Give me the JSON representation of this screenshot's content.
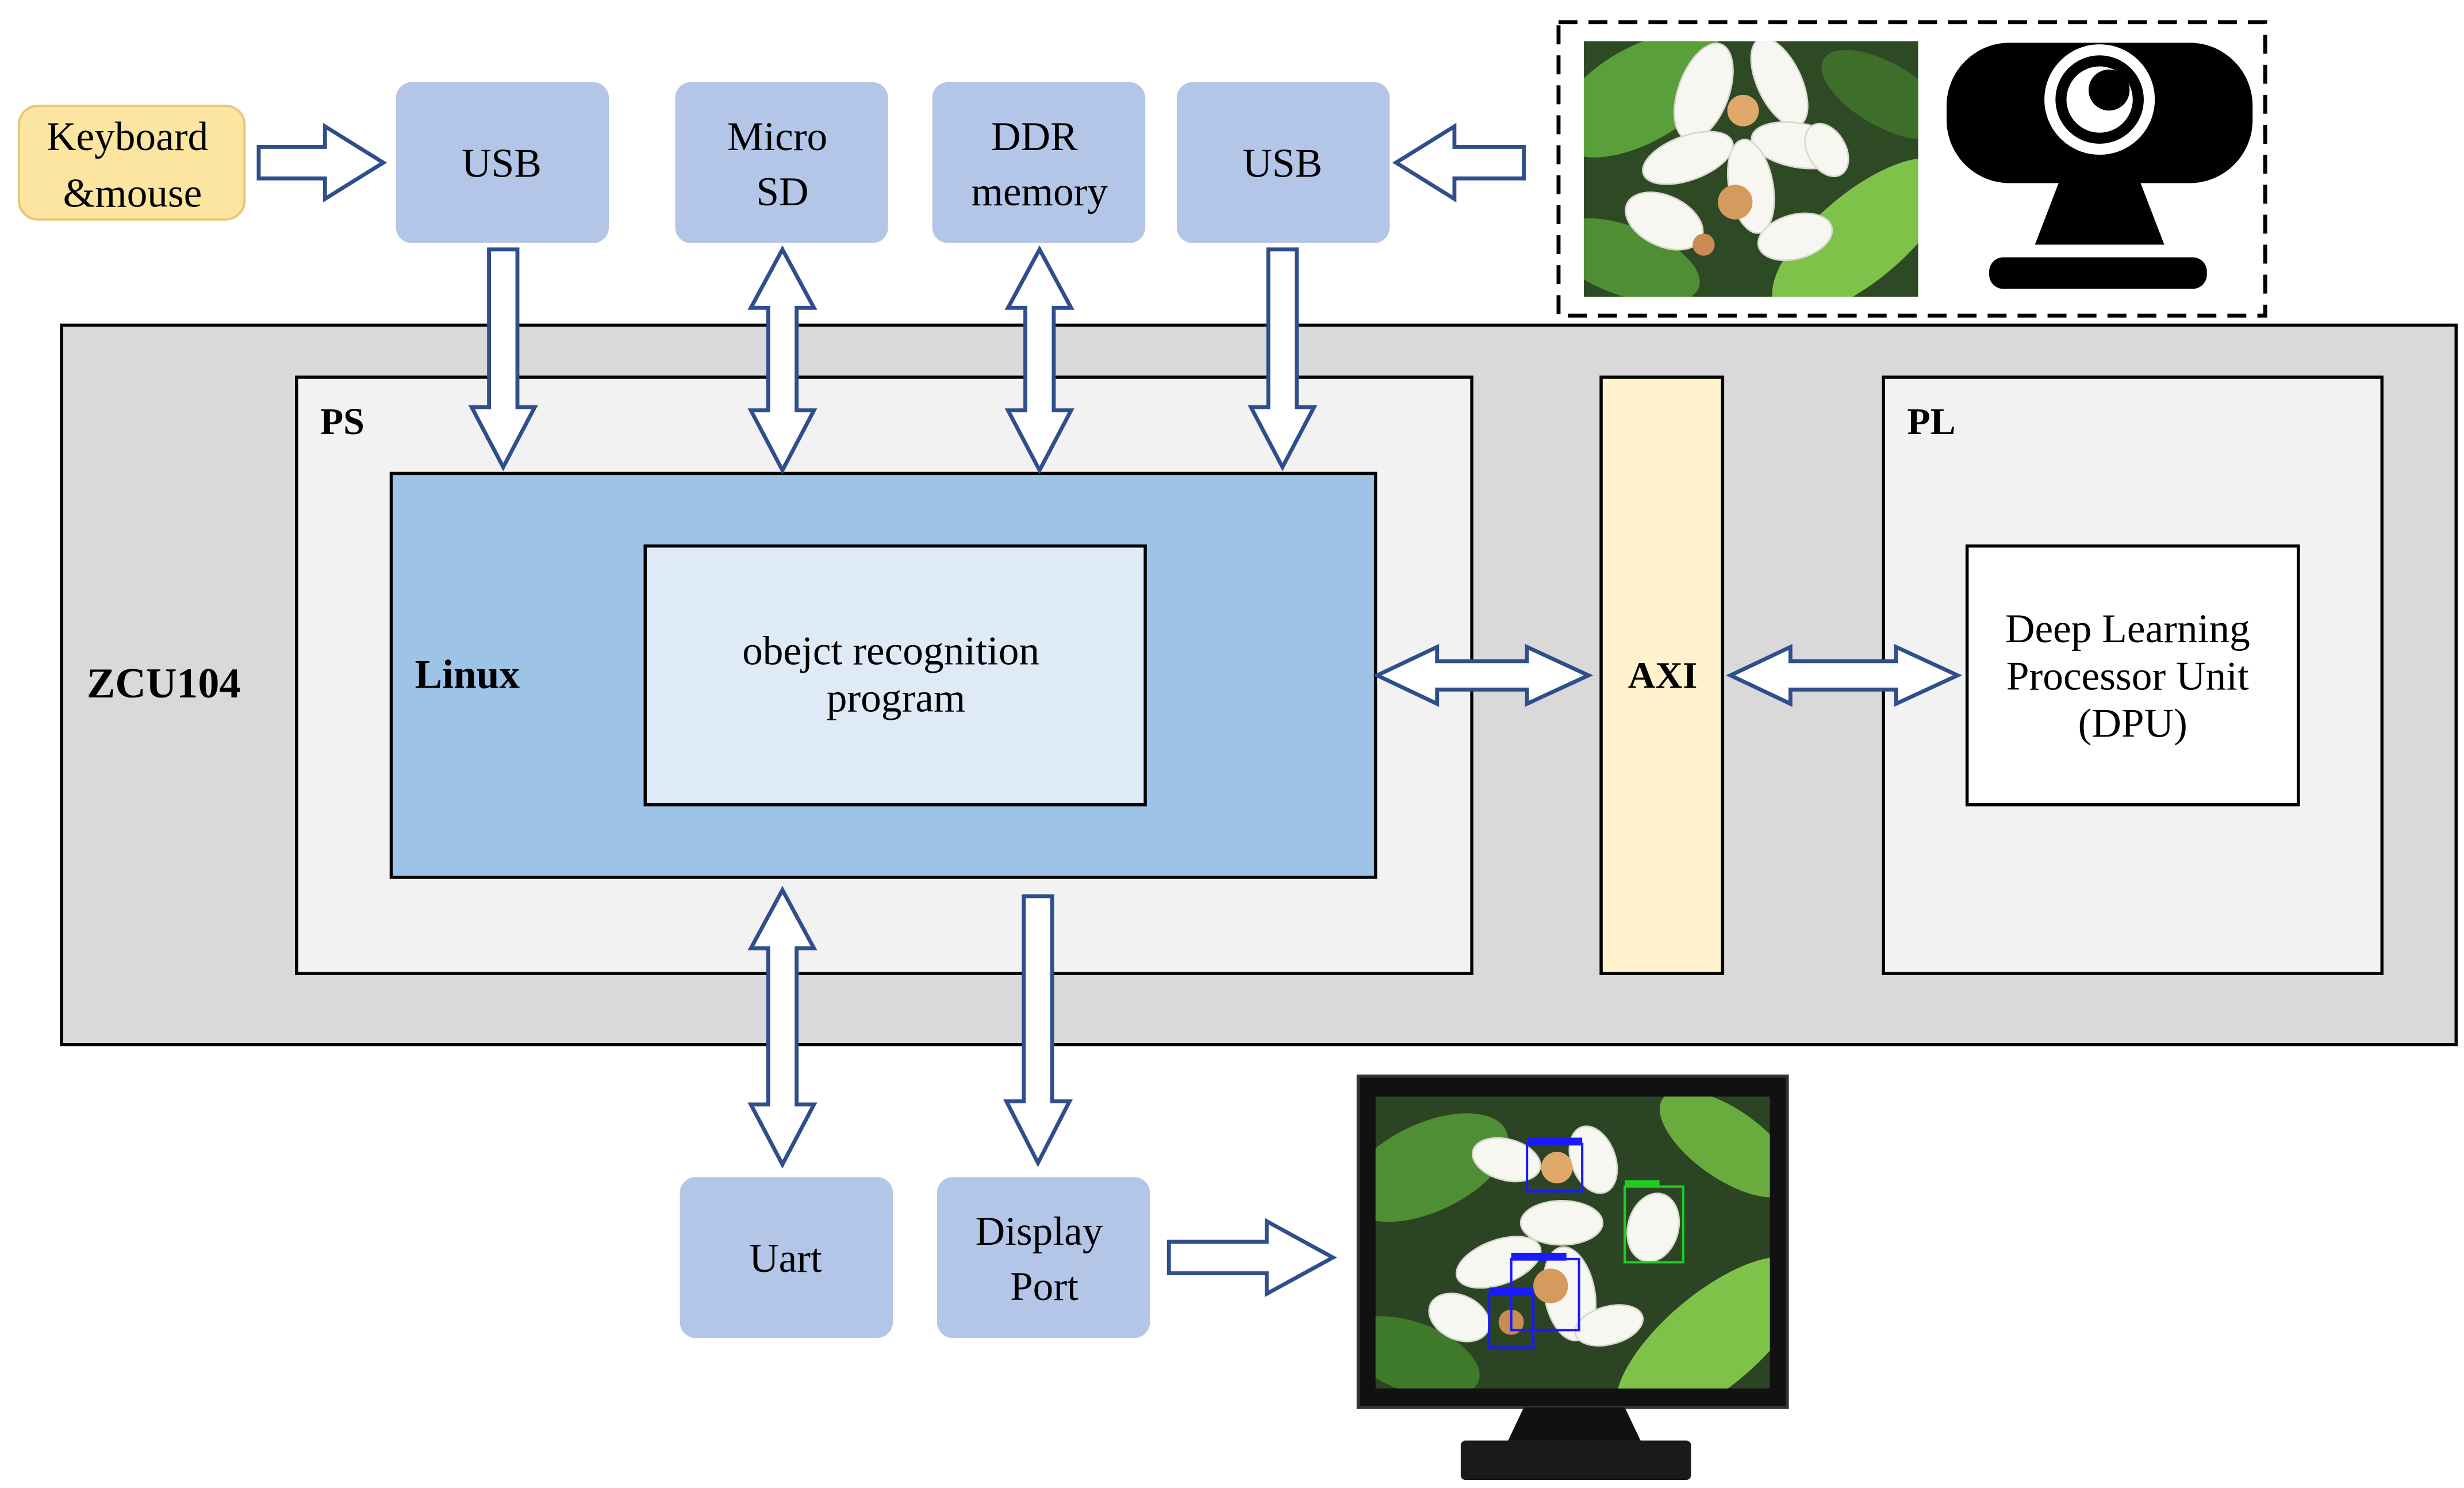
{
  "nodes": {
    "keyboard": [
      "Keyboard",
      "&mouse"
    ],
    "usb_left": [
      "USB"
    ],
    "micro_sd": [
      "Micro",
      "SD"
    ],
    "ddr": [
      "DDR",
      "memory"
    ],
    "usb_right": [
      "USB"
    ],
    "uart": [
      "Uart"
    ],
    "display_port": [
      "Display",
      "Port"
    ]
  },
  "regions": {
    "board": "ZCU104",
    "ps": "PS",
    "pl": "PL",
    "linux": "Linux",
    "program": [
      "obejct recognition",
      "program"
    ],
    "axi": "AXI",
    "dpu": [
      "Deep Learning",
      "Processor Unit",
      "(DPU)"
    ]
  },
  "colors": {
    "keyboard_fill": "#fce5a0",
    "keyboard_stroke": "#e8c77a",
    "peripheral_fill": "#b4c6e7",
    "board_fill": "#d9d9d9",
    "ps_fill": "#f2f2f2",
    "linux_fill": "#9dc3e6",
    "program_fill": "#deebf7",
    "axi_fill": "#fff2cc",
    "arrow_stroke": "#2f4e8c",
    "detection_blue": "#1a1aff",
    "detection_green": "#22cc22"
  },
  "icons": [
    "camera-icon",
    "monitor-icon",
    "flower-photo",
    "flower-detection-photo"
  ]
}
